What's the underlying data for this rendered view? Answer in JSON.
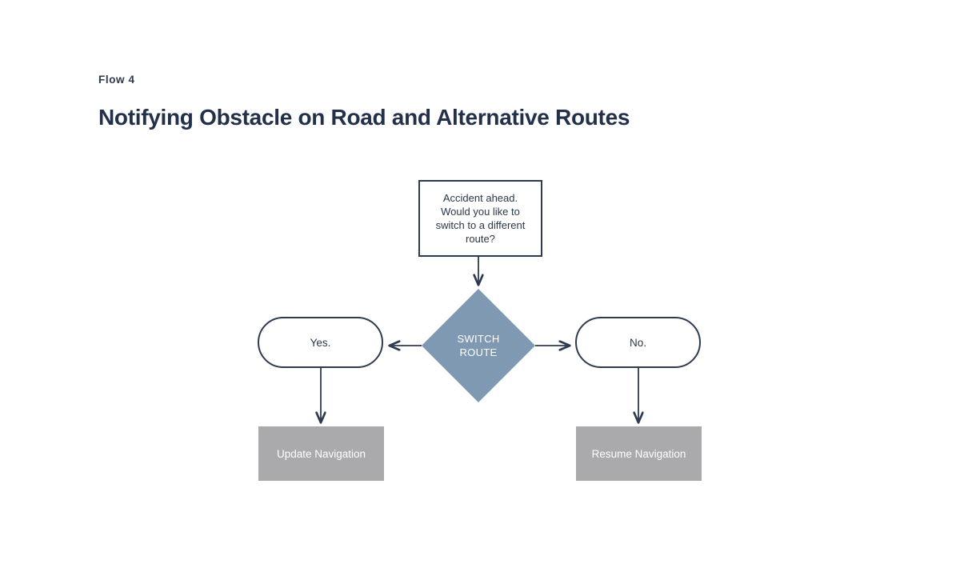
{
  "header": {
    "eyebrow": "Flow 4",
    "title": "Notifying Obstacle on Road and Alternative Routes"
  },
  "colors": {
    "ink": "#2e3a4d",
    "title": "#23304a",
    "decision_fill": "#7f99b3",
    "action_fill": "#aaaaac",
    "connector": "#2e3a4d",
    "node_fill": "#ffffff",
    "canvas": "#ffffff"
  },
  "flowchart": {
    "type": "flowchart",
    "nodes": [
      {
        "id": "prompt",
        "shape": "rectangle",
        "label": "Accident ahead. Would you like to switch to a different route?",
        "lines": [
          "Accident ahead.",
          "Would you like to",
          "switch to a different",
          "route?"
        ]
      },
      {
        "id": "decision",
        "shape": "diamond",
        "label": "SWITCH ROUTE",
        "lines": [
          "SWITCH",
          "ROUTE"
        ]
      },
      {
        "id": "yes",
        "shape": "pill",
        "label": "Yes."
      },
      {
        "id": "no",
        "shape": "pill",
        "label": "No."
      },
      {
        "id": "update",
        "shape": "rectangle-filled",
        "label": "Update Navigation"
      },
      {
        "id": "resume",
        "shape": "rectangle-filled",
        "label": "Resume Navigation"
      }
    ],
    "edges": [
      {
        "from": "prompt",
        "to": "decision",
        "direction": "down"
      },
      {
        "from": "decision",
        "to": "yes",
        "direction": "left"
      },
      {
        "from": "decision",
        "to": "no",
        "direction": "right"
      },
      {
        "from": "yes",
        "to": "update",
        "direction": "down"
      },
      {
        "from": "no",
        "to": "resume",
        "direction": "down"
      }
    ]
  }
}
